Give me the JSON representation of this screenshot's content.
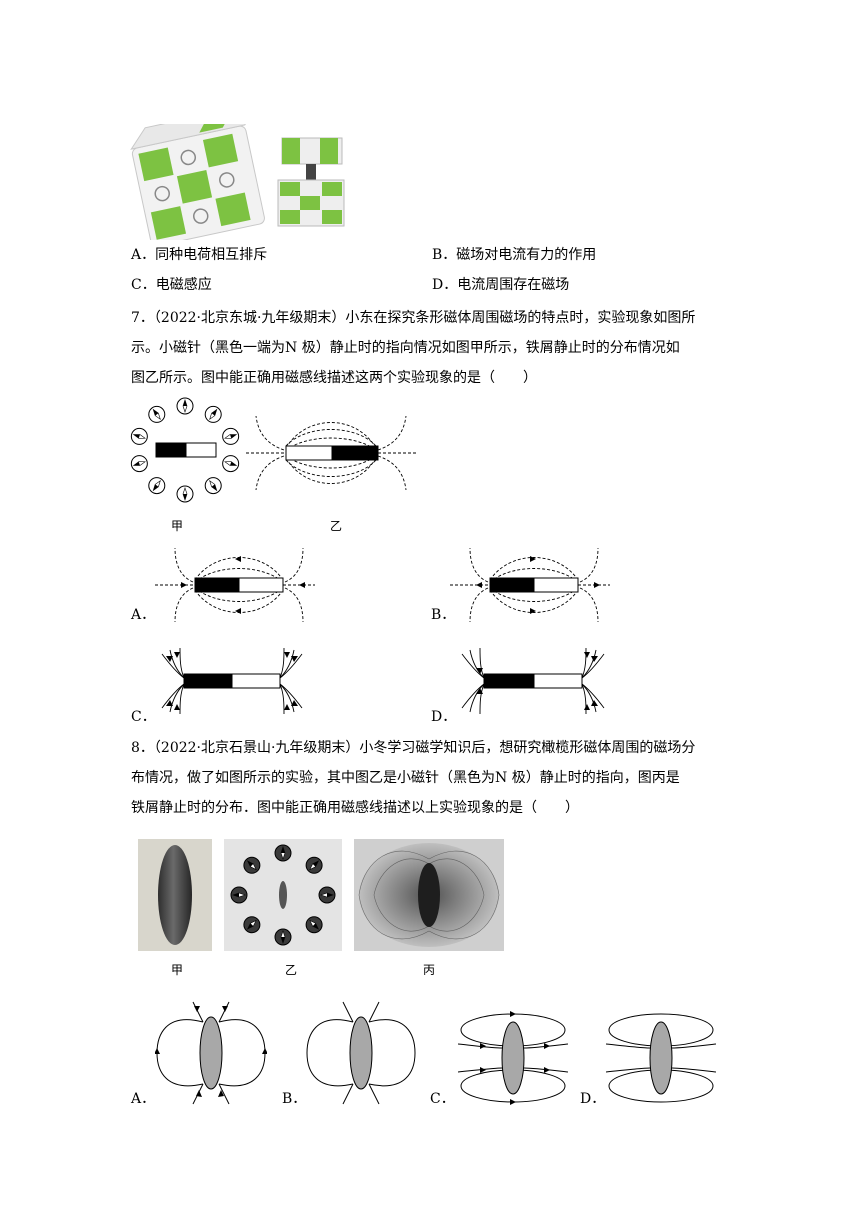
{
  "q6": {
    "options": {
      "A": "A．同种电荷相互排斥",
      "B": "B．磁场对电流有力的作用",
      "C": "C．电磁感应",
      "D": "D．电流周围存在磁场"
    }
  },
  "q7": {
    "line1": "7．（2022·北京东城·九年级期末）小东在探究条形磁体周围磁场的特点时，实验现象如图所",
    "line2": "示。小磁针（黑色一端为N 极）静止时的指向情况如图甲所示，铁屑静止时的分布情况如",
    "line3": "图乙所示。图中能正确用磁感线描述这两个实验现象的是（　　）",
    "fig_labels": {
      "jia": "甲",
      "yi": "乙"
    },
    "option_letters": [
      "A．",
      "B．",
      "C．",
      "D．"
    ]
  },
  "q8": {
    "line1": "8．（2022·北京石景山·九年级期末）小冬学习磁学知识后，想研究橄榄形磁体周围的磁场分",
    "line2": "布情况，做了如图所示的实验，其中图乙是小磁针（黑色为N 极）静止时的指向，图丙是",
    "line3": "铁屑静止时的分布．图中能正确用磁感线描述以上实验现象的是（　　）",
    "fig_labels": {
      "jia": "甲",
      "yi": "乙",
      "bing": "丙"
    },
    "option_letters": [
      "A．",
      "B．",
      "C．",
      "D．"
    ]
  }
}
